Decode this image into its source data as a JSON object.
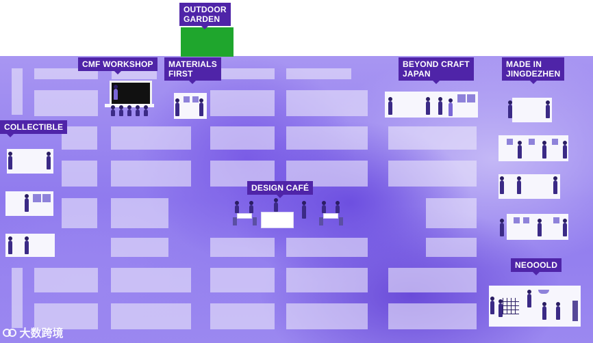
{
  "map": {
    "zones": {
      "outdoor_garden": "OUTDOOR\nGARDEN",
      "cmf_workshop": "CMF WORKSHOP",
      "materials_first": "MATERIALS\nFIRST",
      "beyond_craft_japan": "BEYOND CRAFT\nJAPAN",
      "made_in_jingdezhen": "MADE IN\nJINGDEZHEN",
      "collectible": "COLLECTIBLE",
      "design_cafe": "DESIGN CAFÉ",
      "neooold": "NEOOOLD"
    },
    "colors": {
      "floor": "#9b88f0",
      "label": "#4f24a8",
      "garden": "#1fa62d",
      "block": "#ece8fb"
    }
  },
  "watermark": {
    "text": "大数跨境",
    "icon": "brand-logo-icon"
  }
}
